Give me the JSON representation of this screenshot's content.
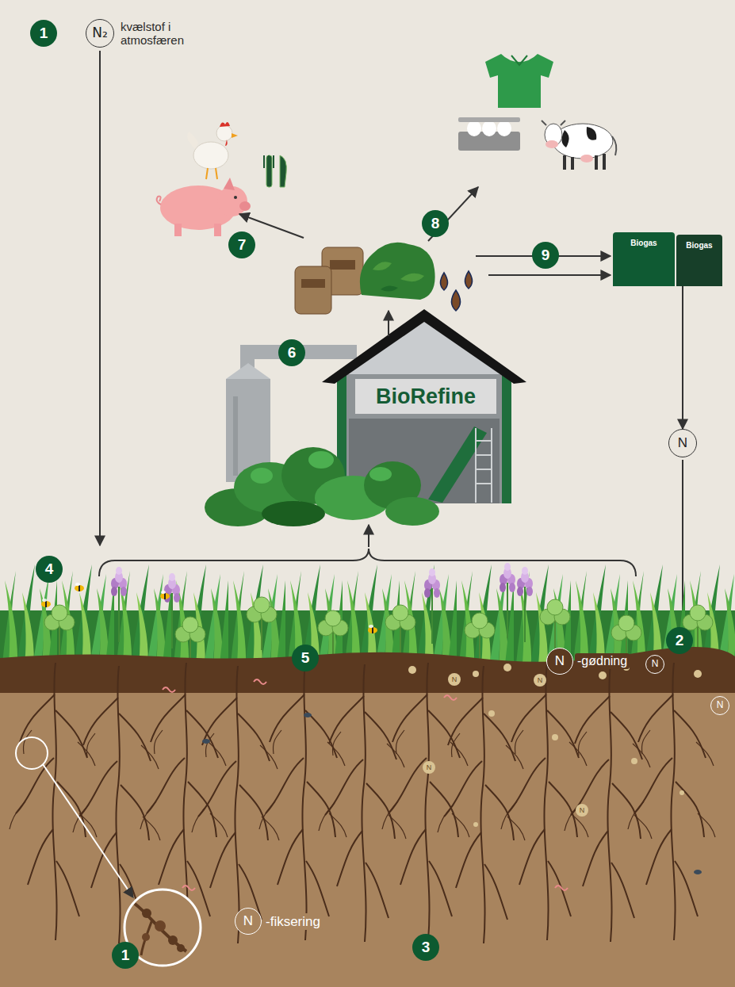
{
  "diagram": {
    "nodes": [
      {
        "text": [
          "N₂",
          "kvælstof i atmosfæren"
        ]
      },
      {
        "text": [
          "Biogas"
        ]
      },
      {
        "text": [
          "Biogas"
        ]
      },
      {
        "text": [
          "BioRefine"
        ]
      },
      {
        "text": [
          "N"
        ]
      }
    ],
    "edges": [
      {
        "from": 2,
        "to": 4,
        "arrow": "to"
      }
    ],
    "labels": [
      "1",
      "8",
      "7",
      "9",
      "6",
      "4",
      "2",
      "5",
      "N",
      "-gødning",
      "N",
      "N",
      "N",
      "N",
      "N",
      "N",
      "N",
      "-fiksering",
      "3",
      "1"
    ]
  }
}
